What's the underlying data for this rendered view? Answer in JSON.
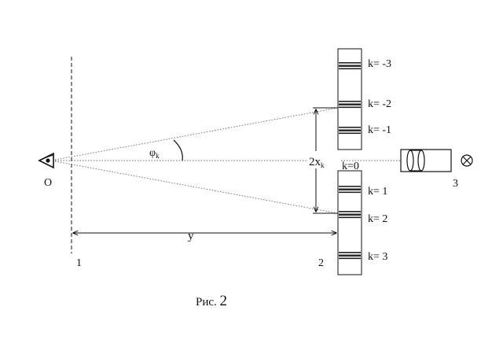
{
  "labels": {
    "observer": "O",
    "angle": "φ",
    "angle_sub": "k",
    "half_width": "2x",
    "half_width_sub": "k",
    "distance": "y",
    "marker_1": "1",
    "marker_2": "2",
    "marker_3": "3",
    "caption_prefix": "Рис. ",
    "caption_number": "2"
  },
  "orders": [
    {
      "text": "k= -3"
    },
    {
      "text": "k= -2"
    },
    {
      "text": "k= -1"
    },
    {
      "text": "k=0"
    },
    {
      "text": "k= 1"
    },
    {
      "text": "k= 2"
    },
    {
      "text": "k= 3"
    }
  ],
  "colors": {
    "ink": "#111111",
    "dotted": "#666666",
    "fringe": "#222222"
  }
}
